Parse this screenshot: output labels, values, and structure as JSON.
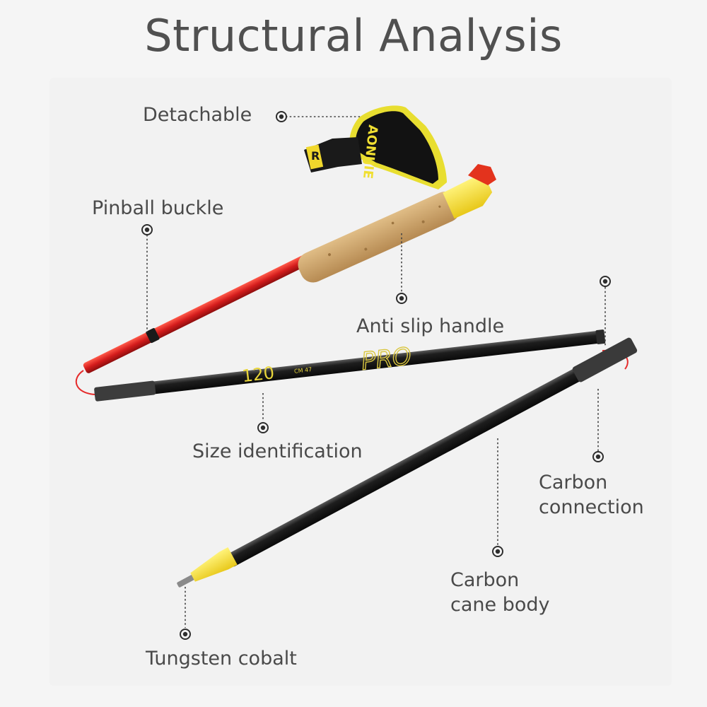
{
  "title": "Structural Analysis",
  "brand_text": "AONIJIE",
  "strap_badge": "R",
  "size_number": "120",
  "size_unit": "CM 47",
  "shaft_print": "PRO",
  "labels": {
    "detachable": "Detachable",
    "pinball_buckle": "Pinball buckle",
    "anti_slip_handle": "Anti slip handle",
    "size_identification": "Size identification",
    "carbon_connection": [
      "Carbon",
      "connection"
    ],
    "carbon_cane_body": [
      "Carbon",
      "cane body"
    ],
    "tungsten_cobalt": "Tungsten cobalt"
  },
  "colors": {
    "background": "#f5f5f5",
    "red_section": "#d42020",
    "cork": "#c9a26a",
    "accent_yellow": "#f2e33a",
    "carbon": "#1c1c1c",
    "callout": "#444444"
  },
  "icons": [
    "callout-dot-icon",
    "strap-icon",
    "cord-icon"
  ]
}
